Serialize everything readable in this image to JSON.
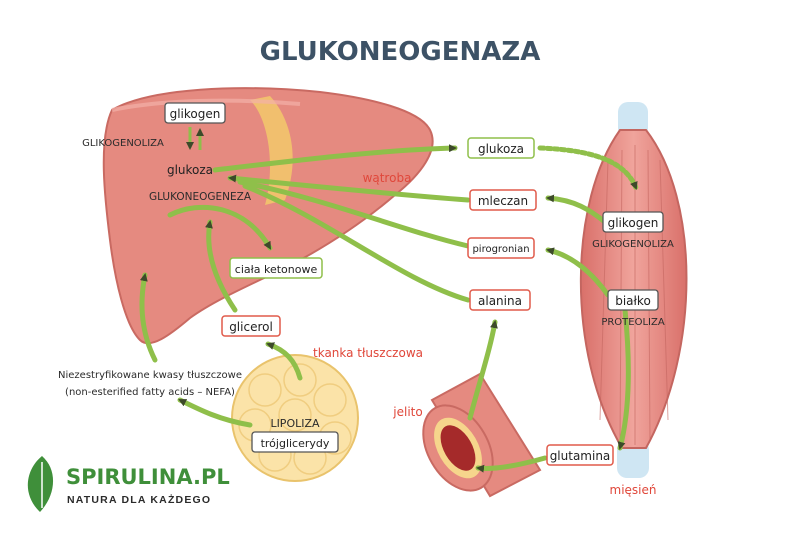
{
  "title": "GLUKONEOGENAZA",
  "liver": {
    "label": "wątroba",
    "glycogen": "glikogen",
    "glycogenolysis": "GLIKOGENOLIZA",
    "glucose": "glukoza",
    "gluconeogenesis": "GLUKONEOGENEZA"
  },
  "boxes": {
    "glucose": "glukoza",
    "lactate": "mleczan",
    "pyruvate": "pirogronian",
    "alanine": "alanina",
    "ketone_bodies": "ciała ketonowe",
    "glycerol": "glicerol",
    "glutamine": "glutamina",
    "triglycerides": "trójglicerydy"
  },
  "muscle": {
    "label": "mięsień",
    "glycogen": "glikogen",
    "glycogenolysis": "GLIKOGENOLIZA",
    "protein": "białko",
    "proteolysis": "PROTEOLIZA"
  },
  "adipose": {
    "label": "tkanka tłuszczowa",
    "lipolysis": "LIPOLIZA",
    "nefa_line1": "Niezestryfikowane kwasy tłuszczowe",
    "nefa_line2": "(non-esterified fatty acids – NEFA)"
  },
  "intestine": {
    "label": "jelito"
  },
  "logo": {
    "name": "SPIRULINA.PL",
    "tagline": "NATURA DLA KAŻDEGO"
  },
  "colors": {
    "liver": "#e58a80",
    "liver_dark": "#c96a62",
    "muscle": "#e8867f",
    "arrow_green": "#8fbf4a",
    "box_red": "#e05a4a",
    "box_green": "#8fbf4a",
    "label_red": "#e0473a",
    "fat_fill": "#fbe3a8",
    "logo_green": "#3f8f3a"
  }
}
